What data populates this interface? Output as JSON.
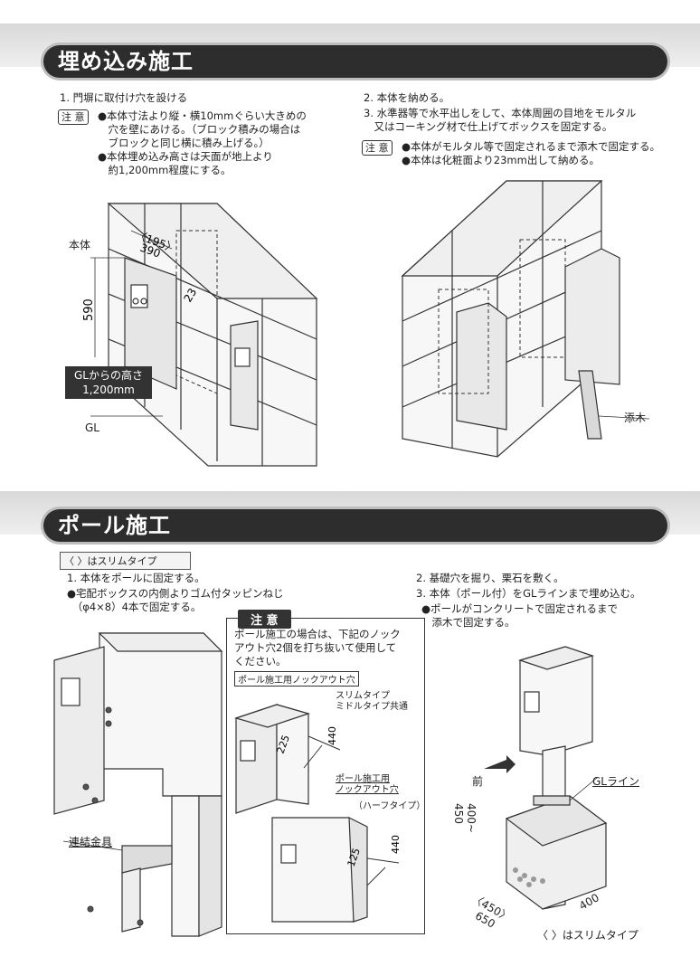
{
  "section1": {
    "title": "埋め込み施工",
    "left": {
      "step1": "1. 門塀に取付け穴を設ける",
      "note_badge": "注 意",
      "note1": "●本体寸法より縦・横10mmぐらい大きめの\n　穴を壁にあける。（ブロック積みの場合は\n　ブロックと同じ横に積み上げる。）",
      "note2": "●本体埋め込み高さは天面が地上より\n　約1,200mm程度にする。",
      "label_body": "本体",
      "dim_195": "〈195〉",
      "dim_390": "390",
      "dim_590": "590",
      "dim_23": "23",
      "gl_height_line1": "GLからの高さ",
      "gl_height_line2": "1,200mm",
      "label_gl": "GL"
    },
    "right": {
      "step2": "2. 本体を納める。",
      "step3": "3. 水準器等で水平出しをして、本体周囲の目地をモルタル\n　又はコーキング材で仕上げてボックスを固定する。",
      "note_badge": "注 意",
      "note1": "●本体がモルタル等で固定されるまで添木で固定する。",
      "note2": "●本体は化粧面より23mm出して納める。",
      "label_soegi": "添木"
    }
  },
  "section2": {
    "title": "ポール施工",
    "slim_note": "〈 〉はスリムタイプ",
    "left": {
      "step1": "1. 本体をポールに固定する。",
      "note1": "●宅配ボックスの内側よりゴム付タッピンねじ\n　（φ4×8）4本で固定する。",
      "label_bracket": "連結金具"
    },
    "middle": {
      "badge": "注 意",
      "text": "ポール施工の場合は、下記のノック\nアウト穴2個を打ち抜いて使用して\nください。",
      "knockout_label": "ポール施工用ノックアウト穴",
      "slim_type": "スリムタイプ\nミドルタイプ共通",
      "dim_440a": "440",
      "dim_225": "225",
      "knockout_label2": "ポール施工用\nノックアウト穴",
      "half_type": "（ハーフタイプ）",
      "dim_440b": "440",
      "dim_125": "125"
    },
    "right": {
      "step2": "2. 基礎穴を掘り、栗石を敷く。",
      "step3": "3. 本体（ポール付）をGLラインまで埋め込む。",
      "note1": "●ポールがコンクリートで固定されるまで\n　添木で固定する。",
      "label_front": "前",
      "label_glline": "GLライン",
      "dim_400_450": "400~\n450",
      "dim_450": "〈450〉",
      "dim_650": "650",
      "dim_400": "400",
      "slim_note": "〈 〉はスリムタイプ"
    }
  }
}
